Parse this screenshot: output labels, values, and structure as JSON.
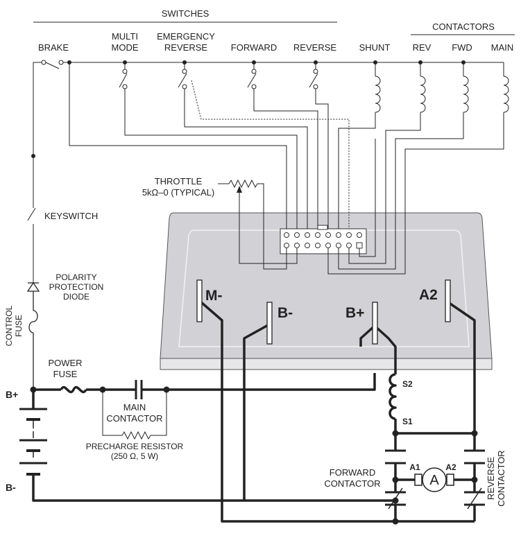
{
  "header": {
    "switches": "SWITCHES",
    "contactors": "CONTACTORS"
  },
  "switches": {
    "brake": "BRAKE",
    "multi1": "MULTI",
    "multi2": "MODE",
    "emer1": "EMERGENCY",
    "emer2": "REVERSE",
    "forward": "FORWARD",
    "reverse": "REVERSE",
    "shunt": "SHUNT"
  },
  "contactors": {
    "rev": "REV",
    "fwd": "FWD",
    "main": "MAIN"
  },
  "throttle": {
    "line1": "THROTTLE",
    "line2": "5kΩ–0  (TYPICAL)"
  },
  "keyswitch": "KEYSWITCH",
  "diode": {
    "line1": "POLARITY",
    "line2": "PROTECTION",
    "line3": "DIODE"
  },
  "control_fuse": {
    "line1": "CONTROL",
    "line2": "FUSE"
  },
  "power_fuse": {
    "line1": "POWER",
    "line2": "FUSE"
  },
  "battery": {
    "plus": "B+",
    "minus": "B-"
  },
  "main_contactor": {
    "line1": "MAIN",
    "line2": "CONTACTOR"
  },
  "precharge": {
    "line1": "PRECHARGE RESISTOR",
    "line2": "(250 Ω, 5 W)"
  },
  "terminals": {
    "m_minus": "M-",
    "b_minus": "B-",
    "b_plus": "B+",
    "a2": "A2"
  },
  "field": {
    "s2": "S2",
    "s1": "S1"
  },
  "forward_contactor": {
    "line1": "FORWARD",
    "line2": "CONTACTOR"
  },
  "reverse_contactor": {
    "line1": "REVERSE",
    "line2": "CONTACTOR"
  },
  "armature": {
    "a1": "A1",
    "a2": "A2",
    "symbol": "A"
  }
}
